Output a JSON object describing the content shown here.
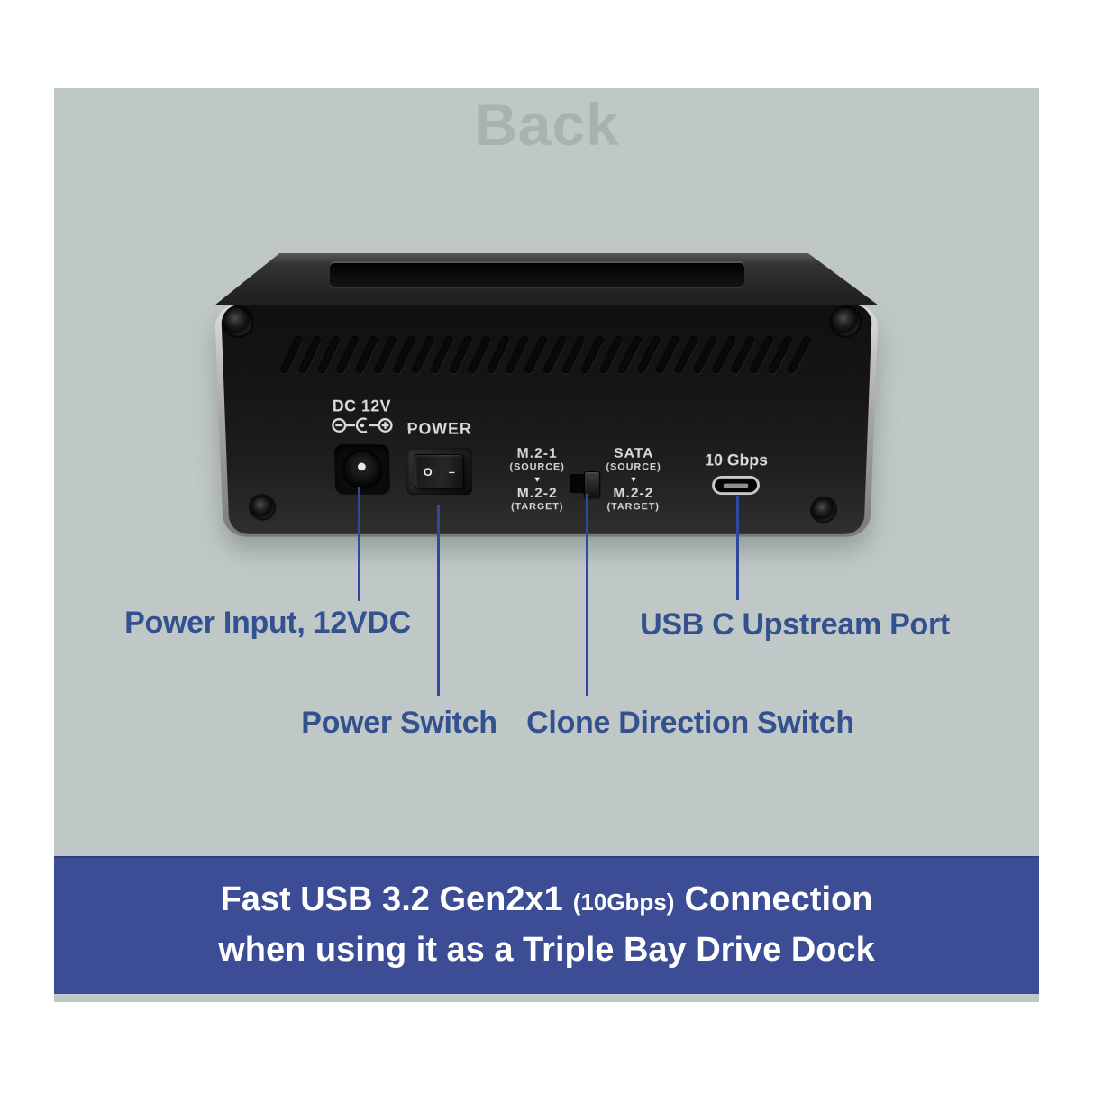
{
  "title": "Back",
  "device": {
    "vent_count": 28,
    "dc_label": "DC 12V",
    "power_label": "POWER",
    "rocker_off": "O",
    "rocker_on": "–",
    "clone_left": {
      "top": "M.2-1",
      "top_sub": "(SOURCE)",
      "arrow": "▼",
      "bottom": "M.2-2",
      "bottom_sub": "(TARGET)"
    },
    "clone_right": {
      "top": "SATA",
      "top_sub": "(SOURCE)",
      "arrow": "▼",
      "bottom": "M.2-2",
      "bottom_sub": "(TARGET)"
    },
    "usb_label": "10 Gbps"
  },
  "callouts": {
    "power_input": "Power Input, 12VDC",
    "power_switch": "Power Switch",
    "clone_switch": "Clone Direction Switch",
    "usb_port": "USB C Upstream Port"
  },
  "banner": {
    "line1_start": "Fast USB 3.2 Gen2x1",
    "line1_small": "(10Gbps)",
    "line1_end": "Connection",
    "line2": "when using it as a Triple Bay Drive Dock"
  },
  "colors": {
    "panel_bg": "#c0c8c7",
    "banner_bg": "#3c4d96",
    "callout_text": "#33508f",
    "callout_line": "#2d4a9c",
    "title_text": "#a9b2b0",
    "device_body": "#161616"
  }
}
